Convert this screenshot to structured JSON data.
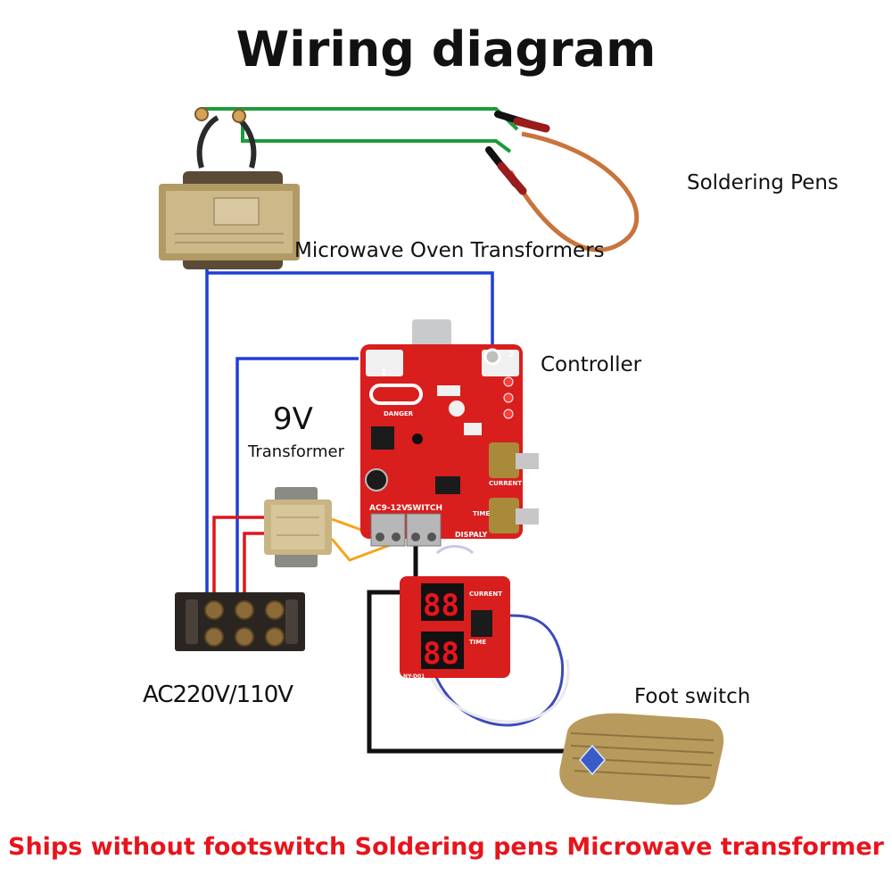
{
  "title": "Wiring diagram",
  "labels": {
    "soldering_pens": "Soldering Pens",
    "microwave_transformers": "Microwave Oven Transformers",
    "controller": "Controller",
    "nine_v": "9V",
    "nine_v_transformer": "Transformer",
    "ac_supply": "AC220V/110V",
    "foot_switch": "Foot switch"
  },
  "footer": "Ships without footswitch Soldering pens Microwave transformer",
  "board": {
    "terminal_1": "1",
    "terminal_2": "2",
    "danger": "DANGER",
    "ac_input": "AC9-12V",
    "switch": "SWITCH",
    "display": "DISPALY",
    "current": "CURRENT",
    "time": "TIME"
  },
  "display_board": {
    "model": "NY-D01",
    "current": "CURRENT",
    "time": "TIME",
    "digits_top": "88",
    "digits_bottom": "88"
  },
  "colors": {
    "footer_text": "#e8141c",
    "pcb_red": "#d91e1e",
    "wire_blue": "#1f3fd6",
    "wire_green": "#1e9a3a",
    "wire_black": "#111111",
    "wire_orange": "#f2a61b",
    "wire_red": "#e0141c"
  }
}
